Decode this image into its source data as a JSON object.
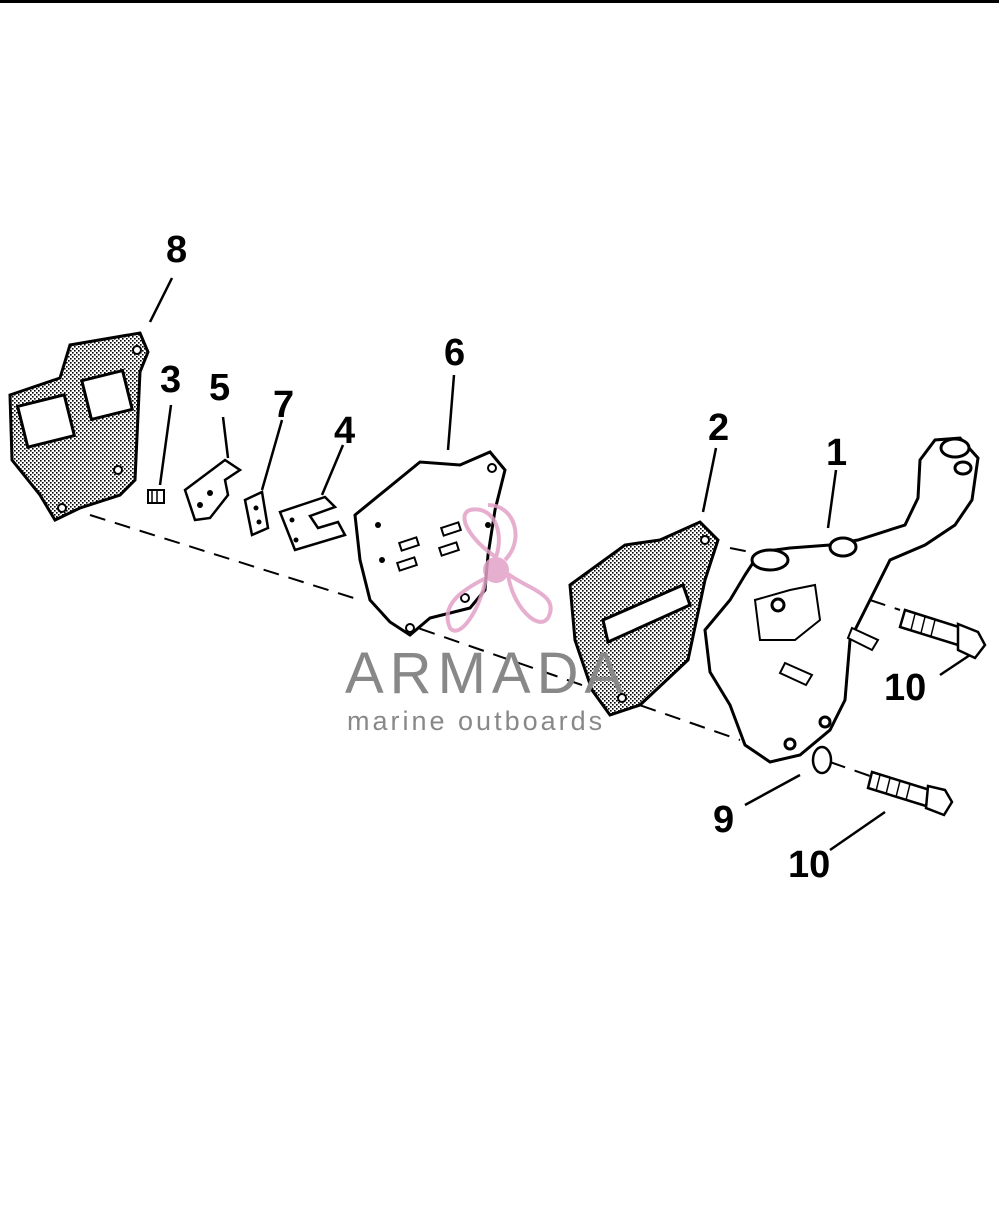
{
  "callouts": {
    "c1": "1",
    "c2": "2",
    "c3": "3",
    "c4": "4",
    "c5": "5",
    "c6": "6",
    "c7": "7",
    "c8": "8",
    "c9": "9",
    "c10a": "10",
    "c10b": "10"
  },
  "watermark": {
    "brand": "ARMADA",
    "tagline": "marine outboards",
    "logo_color": "#e3a2c7"
  }
}
